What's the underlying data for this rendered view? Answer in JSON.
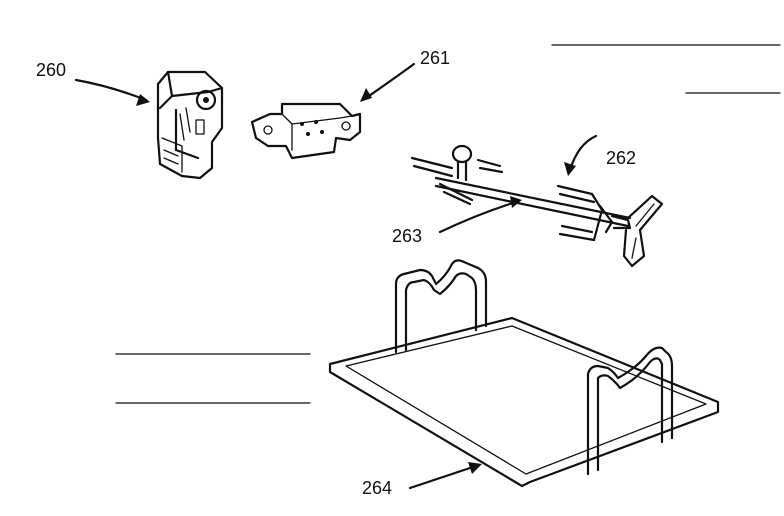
{
  "parts": [
    {
      "id": "motor",
      "label": "260"
    },
    {
      "id": "bracket",
      "label": "261"
    },
    {
      "id": "fork",
      "label": "262"
    },
    {
      "id": "spit-rod",
      "label": "263"
    },
    {
      "id": "rack",
      "label": "264"
    }
  ]
}
